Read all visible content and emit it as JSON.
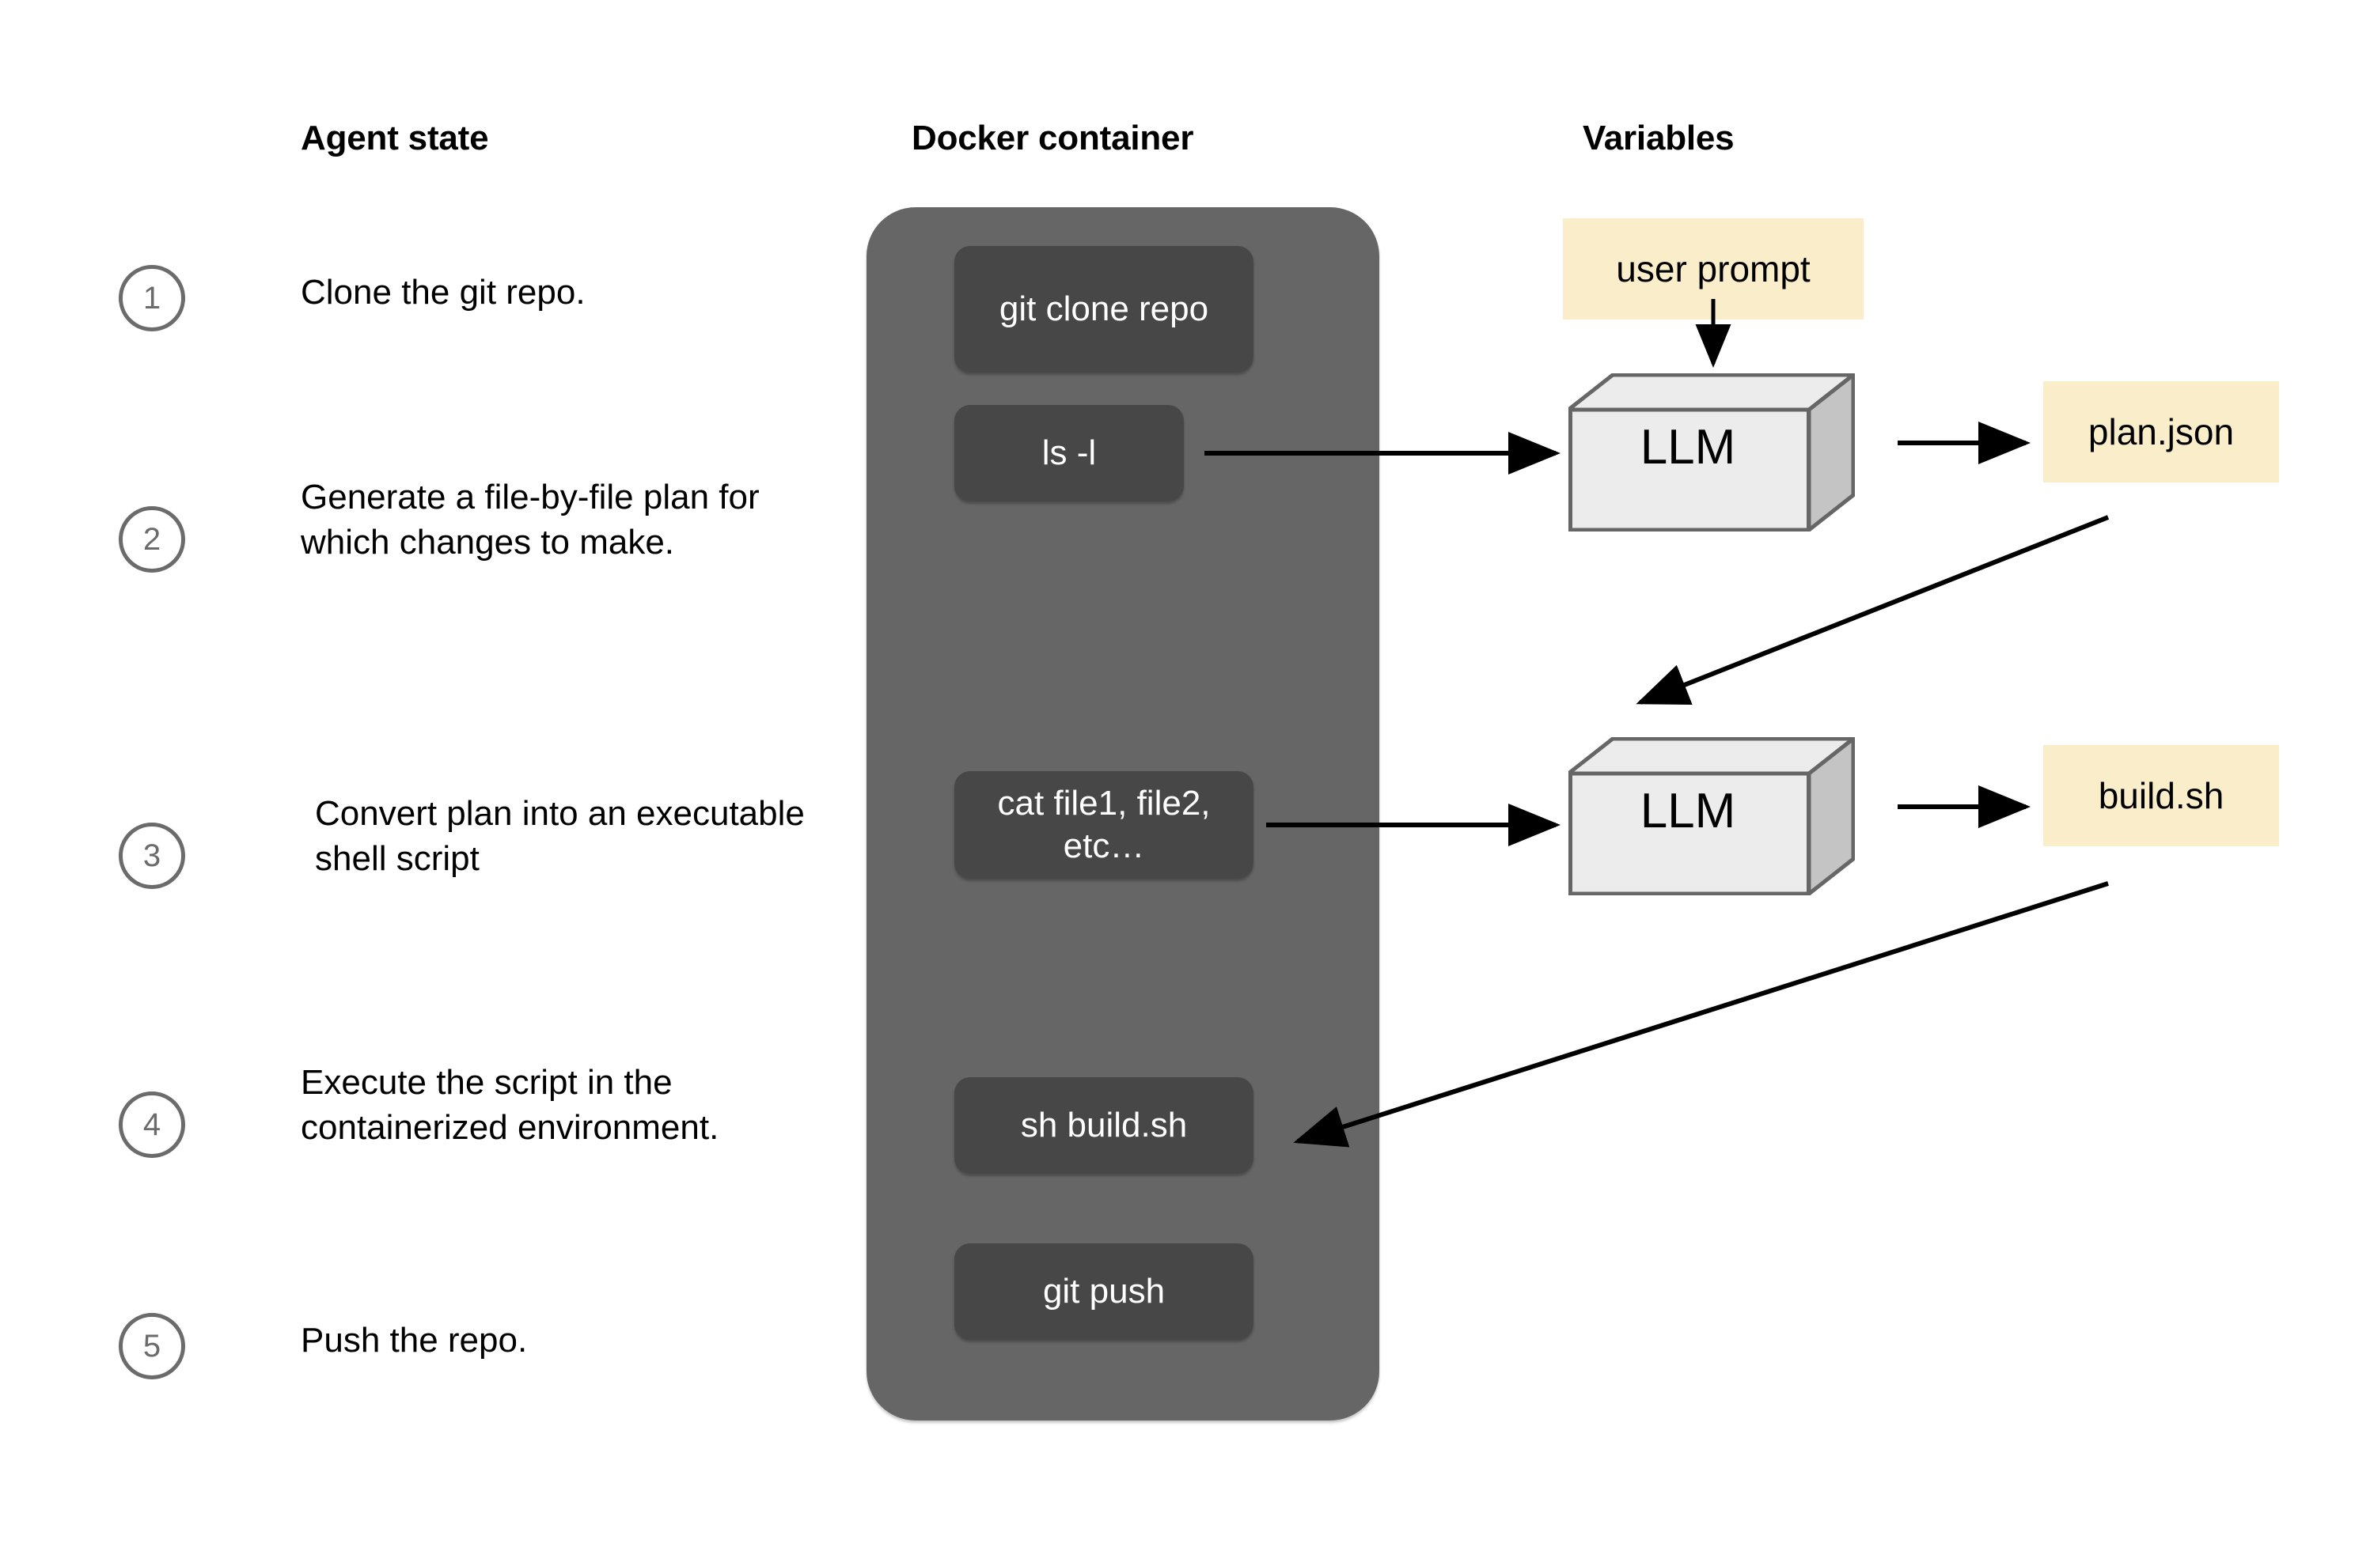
{
  "headers": {
    "agent_state": "Agent state",
    "docker_container": "Docker container",
    "variables": "Variables"
  },
  "steps": [
    {
      "number": "1",
      "text": "Clone the git repo."
    },
    {
      "number": "2",
      "text": "Generate a file-by-file plan for which changes to make."
    },
    {
      "number": "3",
      "text": "Convert plan into an executable shell script"
    },
    {
      "number": "4",
      "text": "Execute the script in the containerized environment."
    },
    {
      "number": "5",
      "text": "Push the repo."
    }
  ],
  "container_commands": [
    {
      "id": "git-clone",
      "text": "git clone repo"
    },
    {
      "id": "ls",
      "text": "ls -l"
    },
    {
      "id": "cat",
      "text": "cat file1, file2, etc…"
    },
    {
      "id": "sh-build",
      "text": "sh build.sh"
    },
    {
      "id": "git-push",
      "text": "git push"
    }
  ],
  "variables": [
    {
      "id": "user-prompt",
      "text": "user prompt"
    },
    {
      "id": "plan-json",
      "text": "plan.json"
    },
    {
      "id": "build-sh",
      "text": "build.sh"
    }
  ],
  "llm_nodes": [
    {
      "id": "llm-1",
      "label": "LLM"
    },
    {
      "id": "llm-2",
      "label": "LLM"
    }
  ],
  "colors": {
    "container_fill": "#666666",
    "command_fill": "#474747",
    "command_text": "#ffffff",
    "variable_fill": "#faeeca",
    "llm_face": "#ececec",
    "llm_side": "#c4c4c4",
    "llm_stroke": "#666666",
    "circle_stroke": "#6b6b6b",
    "arrow": "#000000",
    "text": "#000000",
    "background": "#ffffff"
  }
}
